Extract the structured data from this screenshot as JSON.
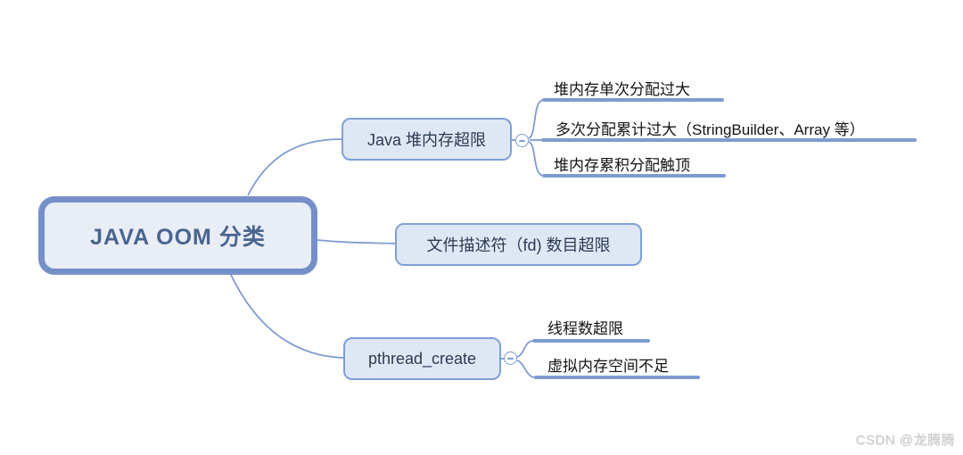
{
  "root": {
    "label": "JAVA OOM 分类"
  },
  "branches": [
    {
      "id": "heap",
      "label": "Java 堆内存超限",
      "collapse_icon": "minus",
      "children": [
        "堆内存单次分配过大",
        "多次分配累计过大（StringBuilder、Array 等）",
        "堆内存累积分配触顶"
      ]
    },
    {
      "id": "fd",
      "label": "文件描述符（fd) 数目超限",
      "children": []
    },
    {
      "id": "pthread",
      "label": "pthread_create",
      "collapse_icon": "minus",
      "children": [
        "线程数超限",
        "虚拟内存空间不足"
      ]
    }
  ],
  "watermark": "CSDN @龙腾腾",
  "colors": {
    "accent_blue": "#7e9bd0",
    "root_border": "#7590c8",
    "root_fill": "#e9edf6",
    "root_text": "#4a648f",
    "branch_border": "#7da0d6",
    "branch_fill": "#e0e7f4",
    "branch_text": "#2c3a52",
    "sub_text": "#141414",
    "watermark_gray": "#c7c7c7"
  }
}
